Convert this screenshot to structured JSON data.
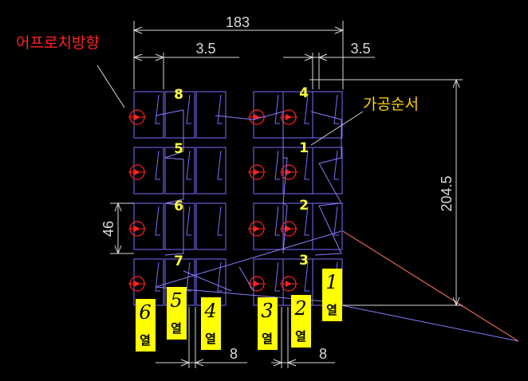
{
  "dimensions": {
    "overall_width": "183",
    "offset_left": "3.5",
    "offset_right": "3.5",
    "total_height": "204.5",
    "pitch": "46",
    "gap_left": "8",
    "gap_right": "8"
  },
  "labels": {
    "approach_direction": "어프로치방향",
    "machining_order": "가공순서"
  },
  "sequence_numbers": [
    "8",
    "5",
    "6",
    "7",
    "4",
    "1",
    "2",
    "3"
  ],
  "columns": [
    {
      "num": "6",
      "text": "열"
    },
    {
      "num": "5",
      "text": "열"
    },
    {
      "num": "4",
      "text": "열"
    },
    {
      "num": "3",
      "text": "열"
    },
    {
      "num": "2",
      "text": "열"
    },
    {
      "num": "1",
      "text": "열"
    }
  ],
  "colors": {
    "background": "#000000",
    "pocket": "#7a6cff",
    "dimension": "#d9d9d9",
    "approach": "#ff2222",
    "note": "#ffd400",
    "column_tag": "#ffff00"
  }
}
